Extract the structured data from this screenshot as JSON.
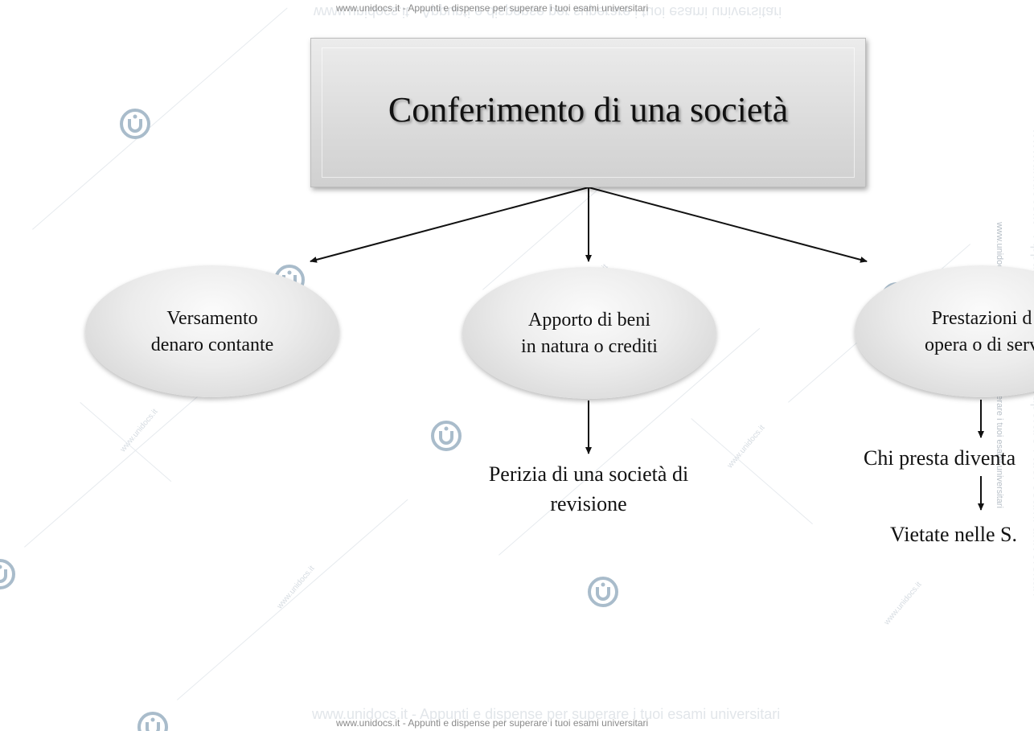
{
  "watermark": {
    "header_text": "www.unidocs.it - Appunti e dispense per superare i tuoi esami universitari",
    "footer_text": "www.unidocs.it - Appunti e dispense per superare i tuoi esami universitari",
    "ghost_text": "www.unidocs.it - Appunti e dispense per superare i tuoi esami universitari",
    "short_text": "www.unidocs.it",
    "logo_icon": "unidocs-logo-icon",
    "color": "#9fb3c2"
  },
  "diagram": {
    "title": "Conferimento di una società",
    "branches": [
      {
        "lines": [
          "Versamento",
          "denaro contante"
        ]
      },
      {
        "lines": [
          "Apporto di beni",
          "in natura o crediti"
        ],
        "child": [
          "Perizia di una società di",
          "revisione"
        ]
      },
      {
        "lines": [
          "Prestazioni d",
          "opera o di serv"
        ],
        "child": [
          "Chi presta diventa"
        ],
        "grandchild": [
          "Vietate nelle S."
        ]
      }
    ]
  },
  "colors": {
    "box_fill": "#dcdcdc",
    "ellipse_fill": "#ececec",
    "arrow": "#111111",
    "text": "#111111"
  }
}
